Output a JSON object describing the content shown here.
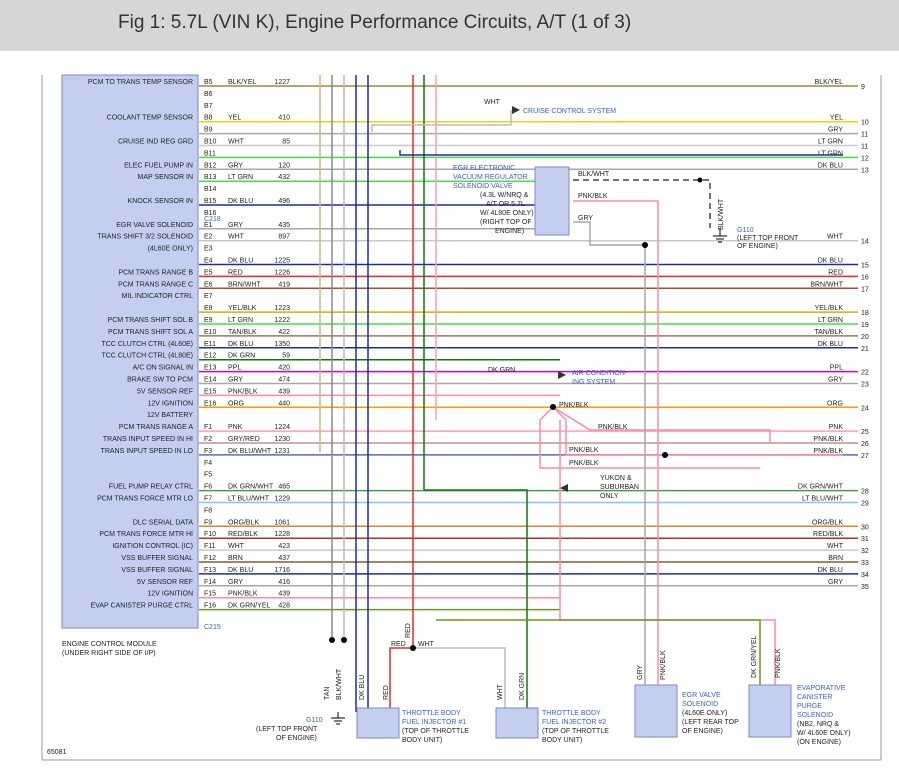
{
  "title": "Fig 1: 5.7L (VIN K), Engine Performance Circuits, A/T (1 of 3)",
  "module": {
    "name_line1": "ENGINE CONTROL MODULE",
    "name_line2": "(UNDER RIGHT SIDE OF I/P)",
    "connector_c218": "C218",
    "connector_c215": "C215"
  },
  "colors": {
    "BLK/YEL": "#a08a2a",
    "YEL": "#ecd600",
    "GRY": "#a8a8a8",
    "WHT": "#c8c8c8",
    "LT GRN": "#44dd44",
    "DK BLU": "#1a2f9a",
    "RED": "#e52b2b",
    "BRN/WHT": "#a0522d",
    "YEL/BLK": "#c9b400",
    "TAN/BLK": "#9b7a55",
    "DK GRN": "#0a7a0a",
    "PPL": "#d000d0",
    "PNK/BLK": "#ff8aa8",
    "ORG": "#ff9a00",
    "PNK": "#ff9cb8",
    "GRY/RED": "#c09090",
    "DK BLU/WHT": "#5a68b8",
    "DK GRN/WHT": "#4a9a4a",
    "LT BLU/WHT": "#7ec8ec",
    "ORG/BLK": "#d88a20",
    "RED/BLK": "#b03030",
    "BRN": "#8b5a2b",
    "DK GRN/YEL": "#6a9a1a",
    "TAN": "#d2b48c",
    "BLK/WHT": "#444444"
  },
  "pins": [
    {
      "label": "PCM TO TRANS TEMP SENSOR",
      "pin": "B5",
      "color": "BLK/YEL",
      "circuit": "1227",
      "right_color": "BLK/YEL",
      "num": "9"
    },
    {
      "label": "",
      "pin": "B6",
      "color": "",
      "circuit": "",
      "right_color": "",
      "num": ""
    },
    {
      "label": "",
      "pin": "B7",
      "color": "",
      "circuit": "",
      "right_color": "",
      "num": ""
    },
    {
      "label": "COOLANT TEMP SENSOR",
      "pin": "B8",
      "color": "YEL",
      "circuit": "410",
      "right_color": "YEL",
      "num": "10"
    },
    {
      "label": "",
      "pin": "B9",
      "color": "",
      "circuit": "",
      "right_color": "GRY",
      "num": "11"
    },
    {
      "label": "CRUISE IND REG GRD",
      "pin": "B10",
      "color": "WHT",
      "circuit": "85",
      "right_color": "LT GRN",
      "num": "11"
    },
    {
      "label": "",
      "pin": "B11",
      "color": "",
      "circuit": "",
      "right_color": "LT GRN",
      "num": "12"
    },
    {
      "label": "ELEC FUEL PUMP IN",
      "pin": "B12",
      "color": "GRY",
      "circuit": "120",
      "right_color": "DK BLU",
      "num": "13"
    },
    {
      "label": "MAP SENSOR IN",
      "pin": "B13",
      "color": "LT GRN",
      "circuit": "432",
      "right_color": "",
      "num": ""
    },
    {
      "label": "",
      "pin": "B14",
      "color": "",
      "circuit": "",
      "right_color": "",
      "num": ""
    },
    {
      "label": "KNOCK SENSOR IN",
      "pin": "B15",
      "color": "DK BLU",
      "circuit": "496",
      "right_color": "",
      "num": ""
    },
    {
      "label": "",
      "pin": "B16",
      "color": "",
      "circuit": "",
      "right_color": "",
      "num": ""
    },
    {
      "label": "EGR VALVE SOLENOID",
      "pin": "E1",
      "color": "GRY",
      "circuit": "435",
      "right_color": "",
      "num": ""
    },
    {
      "label": "TRANS SHIFT 3/2 SOLENOID",
      "pin": "E2",
      "color": "WHT",
      "circuit": "897",
      "right_color": "WHT",
      "num": "14"
    },
    {
      "label": "(4L60E ONLY)",
      "pin": "E3",
      "color": "",
      "circuit": "",
      "right_color": "",
      "num": ""
    },
    {
      "label": "",
      "pin": "E4",
      "color": "DK BLU",
      "circuit": "1225",
      "right_color": "DK BLU",
      "num": "15"
    },
    {
      "label": "PCM TRANS RANGE B",
      "pin": "E5",
      "color": "RED",
      "circuit": "1226",
      "right_color": "RED",
      "num": "16"
    },
    {
      "label": "PCM TRANS RANGE C",
      "pin": "E6",
      "color": "BRN/WHT",
      "circuit": "419",
      "right_color": "BRN/WHT",
      "num": "17"
    },
    {
      "label": "MIL INDICATOR CTRL",
      "pin": "E7",
      "color": "",
      "circuit": "",
      "right_color": "",
      "num": ""
    },
    {
      "label": "",
      "pin": "E8",
      "color": "YEL/BLK",
      "circuit": "1223",
      "right_color": "YEL/BLK",
      "num": "18"
    },
    {
      "label": "PCM TRANS SHIFT SOL B",
      "pin": "E9",
      "color": "LT GRN",
      "circuit": "1222",
      "right_color": "LT GRN",
      "num": "19"
    },
    {
      "label": "PCM TRANS SHIFT SOL A",
      "pin": "E10",
      "color": "TAN/BLK",
      "circuit": "422",
      "right_color": "TAN/BLK",
      "num": "20"
    },
    {
      "label": "TCC CLUTCH CTRL (4L60E)",
      "pin": "E11",
      "color": "DK BLU",
      "circuit": "1350",
      "right_color": "DK BLU",
      "num": "21"
    },
    {
      "label": "TCC CLUTCH CTRL (4L80E)",
      "pin": "E12",
      "color": "DK GRN",
      "circuit": "59",
      "right_color": "",
      "num": ""
    },
    {
      "label": "A/C ON SIGNAL IN",
      "pin": "E13",
      "color": "PPL",
      "circuit": "420",
      "right_color": "PPL",
      "num": "22"
    },
    {
      "label": "BRAKE SW TO PCM",
      "pin": "E14",
      "color": "GRY",
      "circuit": "474",
      "right_color": "GRY",
      "num": "23"
    },
    {
      "label": "5V SENSOR REF",
      "pin": "E15",
      "color": "PNK/BLK",
      "circuit": "439",
      "right_color": "",
      "num": ""
    },
    {
      "label": "12V IGNITION",
      "pin": "E16",
      "color": "ORG",
      "circuit": "440",
      "right_color": "ORG",
      "num": "24"
    },
    {
      "label": "12V BATTERY",
      "pin": "",
      "color": "",
      "circuit": "",
      "right_color": "",
      "num": ""
    },
    {
      "label": "PCM TRANS RANGE A",
      "pin": "F1",
      "color": "PNK",
      "circuit": "1224",
      "right_color": "PNK",
      "num": "25"
    },
    {
      "label": "TRANS INPUT SPEED IN HI",
      "pin": "F2",
      "color": "GRY/RED",
      "circuit": "1230",
      "right_color": "PNK/BLK",
      "num": "26"
    },
    {
      "label": "TRANS INPUT SPEED IN LO",
      "pin": "F3",
      "color": "DK BLU/WHT",
      "circuit": "1231",
      "right_color": "PNK/BLK",
      "num": "27"
    },
    {
      "label": "",
      "pin": "F4",
      "color": "",
      "circuit": "",
      "right_color": "",
      "num": ""
    },
    {
      "label": "",
      "pin": "F5",
      "color": "",
      "circuit": "",
      "right_color": "",
      "num": ""
    },
    {
      "label": "FUEL PUMP RELAY CTRL",
      "pin": "F6",
      "color": "DK GRN/WHT",
      "circuit": "465",
      "right_color": "DK GRN/WHT",
      "num": "28"
    },
    {
      "label": "PCM TRANS FORCE MTR LO",
      "pin": "F7",
      "color": "LT BLU/WHT",
      "circuit": "1229",
      "right_color": "LT BLU/WHT",
      "num": "29"
    },
    {
      "label": "",
      "pin": "F8",
      "color": "",
      "circuit": "",
      "right_color": "",
      "num": ""
    },
    {
      "label": "DLC SERIAL DATA",
      "pin": "F9",
      "color": "ORG/BLK",
      "circuit": "1061",
      "right_color": "ORG/BLK",
      "num": "30"
    },
    {
      "label": "PCM TRANS FORCE MTR HI",
      "pin": "F10",
      "color": "RED/BLK",
      "circuit": "1228",
      "right_color": "RED/BLK",
      "num": "31"
    },
    {
      "label": "IGNITION CONTROL (IC)",
      "pin": "F11",
      "color": "WHT",
      "circuit": "423",
      "right_color": "WHT",
      "num": "32"
    },
    {
      "label": "VSS BUFFER SIGNAL",
      "pin": "F12",
      "color": "BRN",
      "circuit": "437",
      "right_color": "BRN",
      "num": "33"
    },
    {
      "label": "VSS BUFFER SIGNAL",
      "pin": "F13",
      "color": "DK BLU",
      "circuit": "1716",
      "right_color": "DK BLU",
      "num": "34"
    },
    {
      "label": "5V SENSOR REF",
      "pin": "F14",
      "color": "GRY",
      "circuit": "416",
      "right_color": "GRY",
      "num": "35"
    },
    {
      "label": "12V IGNITION",
      "pin": "F15",
      "color": "PNK/BLK",
      "circuit": "439",
      "right_color": "",
      "num": ""
    },
    {
      "label": "EVAP CANISTER PURGE CTRL",
      "pin": "F16",
      "color": "DK GRN/YEL",
      "circuit": "428",
      "right_color": "",
      "num": ""
    }
  ],
  "annotations": {
    "cruise_wht": "WHT",
    "cruise_system": "CRUISE CONTROL SYSTEM",
    "egr_reg_l1": "EGR ELECTRONIC",
    "egr_reg_l2": "VACUUM REGULATOR",
    "egr_reg_l3": "SOLENOID VALVE",
    "egr_reg_l4": "(4.3L W/NRQ &",
    "egr_reg_l5": "A/T OR 5.7L",
    "egr_reg_l6": "W/ 4L80E ONLY)",
    "egr_reg_l7": "(RIGHT TOP OF",
    "egr_reg_l8": "ENGINE)",
    "egr_blkwht": "BLK/WHT",
    "egr_pnkblk": "PNK/BLK",
    "egr_gry": "GRY",
    "blkwht_vert": "BLK/WHT",
    "g110_top": "G110",
    "g110_top_l1": "(LEFT TOP FRONT",
    "g110_top_l2": "OF ENGINE)",
    "ac_dkgrn": "DK GRN",
    "ac_system_l1": "AIR CONDITION-",
    "ac_system_l2": "ING SYSTEM",
    "splice_pnkblk": "PNK/BLK",
    "pnkblk_2": "PNK/BLK",
    "pnkblk_3": "PNK/BLK",
    "pnkblk_4": "PNK/BLK",
    "yukon_l1": "YUKON &",
    "yukon_l2": "SUBURBAN",
    "yukon_l3": "ONLY",
    "bottom_dkblu": "DK BLU",
    "bottom_red": "RED",
    "bottom_dkgrn": "DK GRN",
    "red_horiz": "RED",
    "wht_horiz": "WHT",
    "tan": "TAN",
    "blkwht": "BLK/WHT",
    "red_inj": "RED",
    "wht_inj": "WHT",
    "dkgrn_inj": "DK GRN",
    "gry_egr": "GRY",
    "pnkblk_egr": "PNK/BLK",
    "dkgrnyel": "DK GRN/YEL",
    "pnkblk_evap": "PNK/BLK",
    "g110_bot": "G110",
    "g110_bot_l1": "(LEFT TOP FRONT",
    "g110_bot_l2": "OF ENGINE)",
    "inj1_l1": "THROTTLE BODY",
    "inj1_l2": "FUEL INJECTOR #1",
    "inj1_l3": "(TOP OF THROTTLE",
    "inj1_l4": "BODY UNIT)",
    "inj2_l1": "THROTTLE BODY",
    "inj2_l2": "FUEL INJECTOR #2",
    "inj2_l3": "(TOP OF THROTTLE",
    "inj2_l4": "BODY UNIT)",
    "egrv_l1": "EGR VALVE",
    "egrv_l2": "SOLENOID",
    "egrv_l3": "(4L60E ONLY)",
    "egrv_l4": "(LEFT REAR TOP",
    "egrv_l5": "OF ENGINE)",
    "evap_l1": "EVAPORATIVE",
    "evap_l2": "CANISTER",
    "evap_l3": "PURGE",
    "evap_l4": "SOLENOID",
    "evap_l5": "(NB2, NRQ &",
    "evap_l6": "W/ 4L60E ONLY)",
    "evap_l7": "(ON ENGINE)",
    "fig_code": "65081"
  }
}
